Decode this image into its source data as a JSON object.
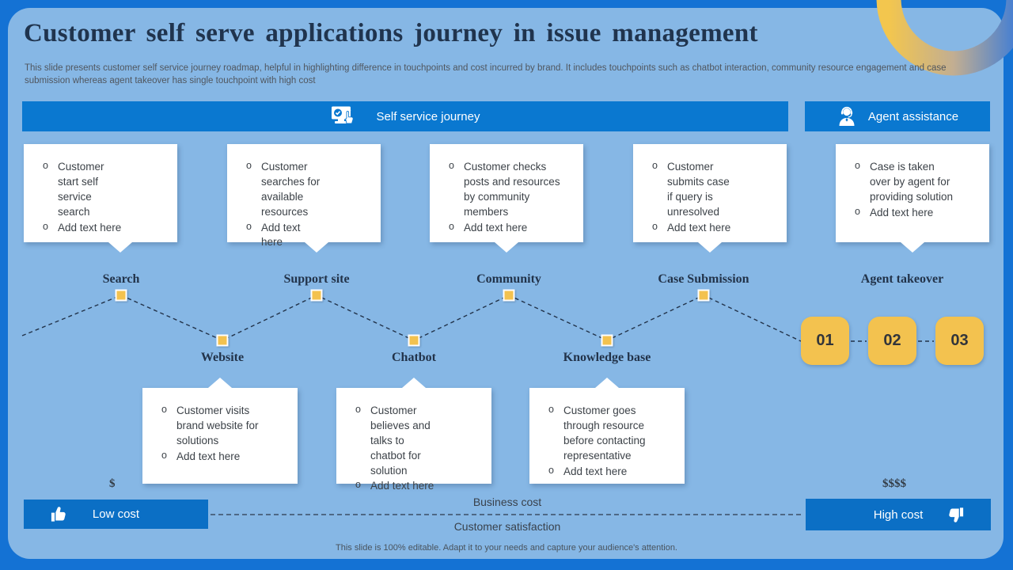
{
  "title": "Customer self serve applications journey in issue management",
  "subtitle": "This slide presents customer self service journey roadmap, helpful in highlighting difference in touchpoints and cost incurred by brand. It includes touchpoints such as chatbot interaction, community resource engagement and case submission whereas agent takeover has single touchpoint with high cost",
  "colors": {
    "frame_blue": "#1472D4",
    "panel_blue": "#86B7E5",
    "header_blue": "#0A78D0",
    "button_blue": "#0B6FC5",
    "accent_yellow": "#F3C24F",
    "navy_text": "#22334A"
  },
  "bars": {
    "self": {
      "label": "Self service journey",
      "icon": "monitor-click-icon"
    },
    "agent": {
      "label": "Agent assistance",
      "icon": "support-agent-icon"
    }
  },
  "top_boxes": [
    {
      "items": [
        "Customer start self service search",
        "Add text here"
      ]
    },
    {
      "items": [
        "Customer searches for available resources",
        "Add text here"
      ]
    },
    {
      "items": [
        "Customer checks posts and resources by community members",
        "Add text here"
      ]
    },
    {
      "items": [
        "Customer submits case if query is unresolved",
        "Add text here"
      ]
    },
    {
      "items": [
        "Case is taken over by agent for providing solution",
        "Add text here"
      ]
    }
  ],
  "bottom_boxes": [
    {
      "items": [
        "Customer visits brand website for solutions",
        "Add text here"
      ]
    },
    {
      "items": [
        "Customer believes and talks to chatbot for solution",
        "Add text here"
      ]
    },
    {
      "items": [
        "Customer goes through resource before contacting representative",
        "Add text here"
      ]
    }
  ],
  "stages": {
    "top": [
      "Search",
      "Support site",
      "Community",
      "Case Submission",
      "Agent takeover"
    ],
    "bottom": [
      "Website",
      "Chatbot",
      "Knowledge base"
    ]
  },
  "badges": [
    "01",
    "02",
    "03"
  ],
  "cost": {
    "low_symbol": "$",
    "high_symbol": "$$$$",
    "business_label": "Business cost",
    "satisfaction_label": "Customer satisfaction",
    "low_button": "Low cost",
    "high_button": "High cost"
  },
  "footer": "This slide is 100% editable. Adapt it to your needs and capture your audience's attention."
}
